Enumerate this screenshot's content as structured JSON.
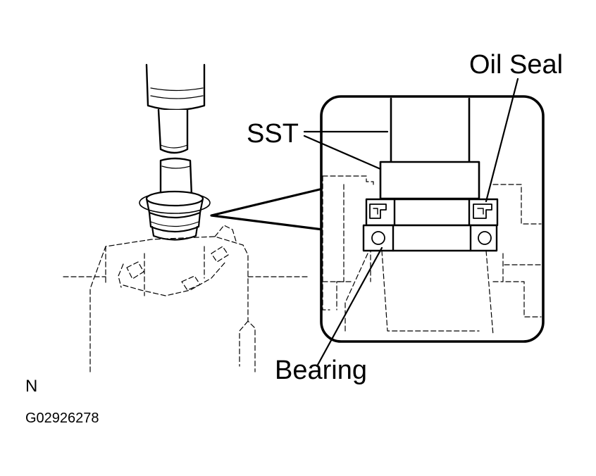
{
  "labels": {
    "sst": "SST",
    "oil_seal": "Oil Seal",
    "bearing": "Bearing",
    "view_code": "N",
    "figure_id": "G02926278"
  }
}
